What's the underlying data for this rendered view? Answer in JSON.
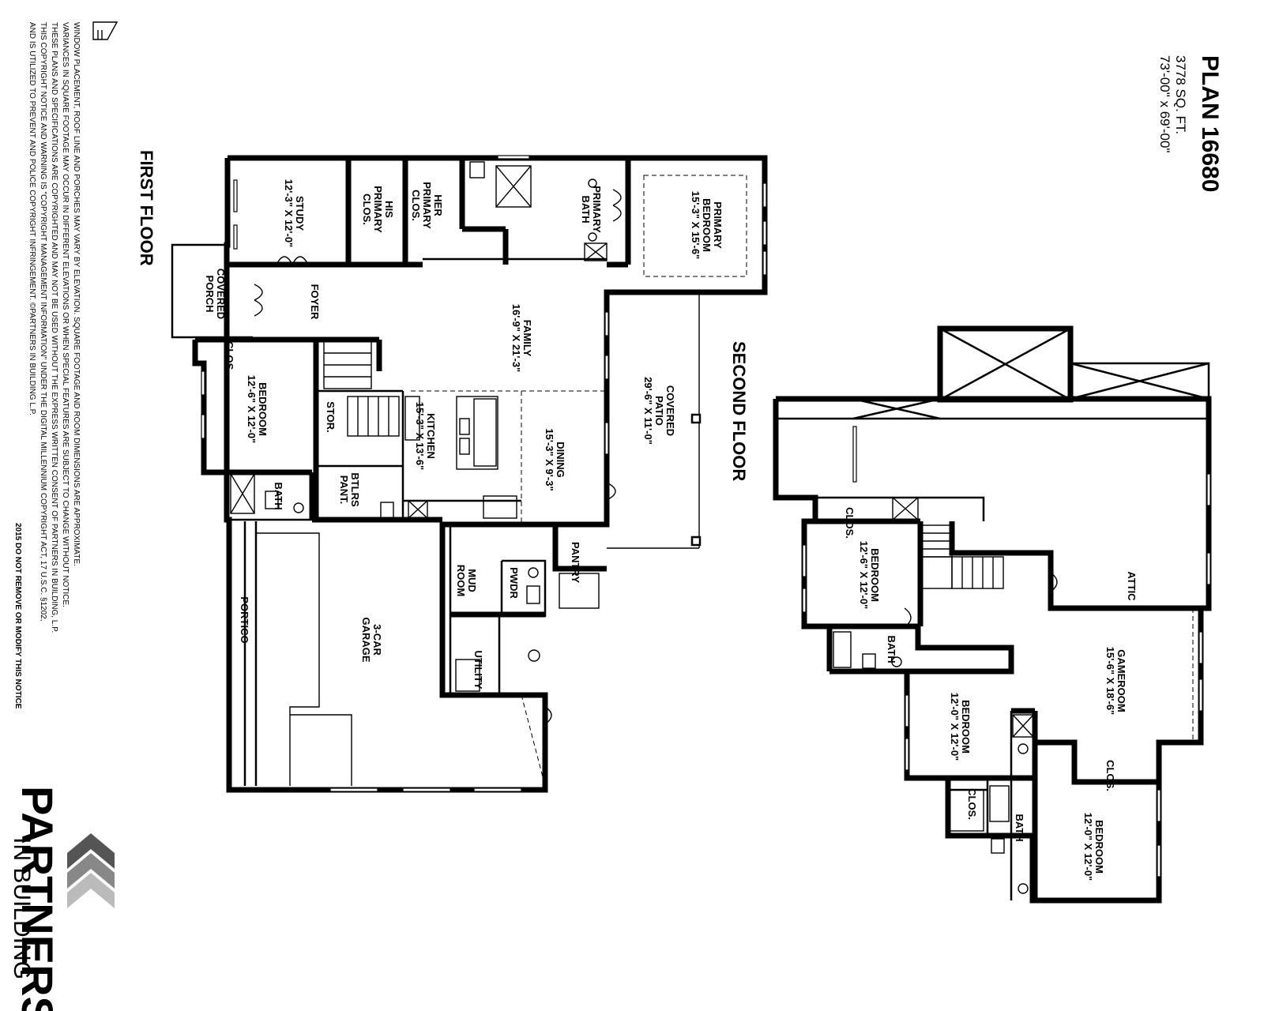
{
  "plan": {
    "title": "PLAN 16680",
    "area": "3778 SQ. FT.",
    "dimensions": "73'-00\" x 69'-00\""
  },
  "floors": {
    "first": "FIRST FLOOR",
    "second": "SECOND FLOOR"
  },
  "rooms": {
    "study": [
      "STUDY",
      "12'-3\" X 12'-0\""
    ],
    "his_closet": [
      "HIS",
      "PRIMARY",
      "CLOS."
    ],
    "her_closet": [
      "HER",
      "PRIMARY",
      "CLOS."
    ],
    "primary_bath": [
      "PRIMARY",
      "BATH"
    ],
    "primary_bedroom": [
      "PRIMARY",
      "BEDROOM",
      "15'-3\" X 15'-6\""
    ],
    "covered_porch": [
      "COVERED",
      "PORCH"
    ],
    "foyer": [
      "FOYER"
    ],
    "family": [
      "FAMILY",
      "16'-9\" X 21'-3\""
    ],
    "covered_patio": [
      "COVERED",
      "PATIO",
      "29'-6\" X 11'-0\""
    ],
    "closet_1": [
      "CLOS."
    ],
    "bedroom_1": [
      "BEDROOM",
      "12'-6\" X 12'-0\""
    ],
    "stor": [
      "STOR."
    ],
    "kitchen": [
      "KITCHEN",
      "15'-3\" X 13'-6\""
    ],
    "dining": [
      "DINING",
      "15'-3\" X 9'-3\""
    ],
    "btlrs_pant": [
      "BTLRS",
      "PANT."
    ],
    "bath_1": [
      "BATH"
    ],
    "pantry": [
      "PANTRY"
    ],
    "mud_room": [
      "MUD",
      "ROOM"
    ],
    "pwdr": [
      "PWDR"
    ],
    "portico": [
      "PORTICO"
    ],
    "garage": [
      "3-CAR",
      "GARAGE"
    ],
    "utility": [
      "UTILITY"
    ],
    "attic": [
      "ATTIC"
    ],
    "bedroom_2": [
      "BEDROOM",
      "12'-6\" X 12'-0\""
    ],
    "closet_2": [
      "CLOS."
    ],
    "bath_2": [
      "BATH"
    ],
    "gameroom": [
      "GAMEROOM",
      "15'-6\" X 18'-6\""
    ],
    "bedroom_3": [
      "BEDROOM",
      "12'-0\" X 12'-0\""
    ],
    "closet_3": [
      "CLOS."
    ],
    "bath_3": [
      "BATH"
    ],
    "closet_4": [
      "CLOS."
    ],
    "bedroom_4": [
      "BEDROOM",
      "12'-0\" X 12'-0\""
    ]
  },
  "disclaimer": [
    "WINDOW PLACEMENT, ROOF LINE AND PORCHES MAY VARY BY ELEVATION.  SQUARE FOOTAGE AND ROOM DIMENSIONS ARE APPROXIMATE.",
    "VARIANCES IN SQUARE FOOTAGE MAY OCCUR IN DIFFERENT ELEVATIONS OR WHEN SPECIAL FEATURES ARE SUBJECT TO CHANGE WITHOUT NOTICE.",
    "THESE PLANS AND SPECIFICATIONS ARE COPYRIGHTED AND MAY NOT BE USED WITHOUT THE EXPRESS WRITTEN CONSENT OF PARTNERS IN BUILDING, L.P.",
    "THIS COPYRIGHT NOTICE AND WARNING IS \"COPYRIGHT MANAGEMENT INFORMATION\" UNDER THE DIGITAL MILLENNIUM COPYRIGHT ACT, 17 U.S.C.  §1202,",
    "AND IS UTILIZED TO PREVENT AND POLICE COPYRIGHT INFRINGEMENT.  ©PARTNERS IN BUILDING L.P."
  ],
  "notice": "2015   DO NOT REMOVE OR MODIFY THIS NOTICE",
  "logo": {
    "name": "PARTNERS",
    "subtitle": "IN BUILDING",
    "mark": "chevron-logo-icon",
    "housing_icon": "equal-housing-icon"
  }
}
